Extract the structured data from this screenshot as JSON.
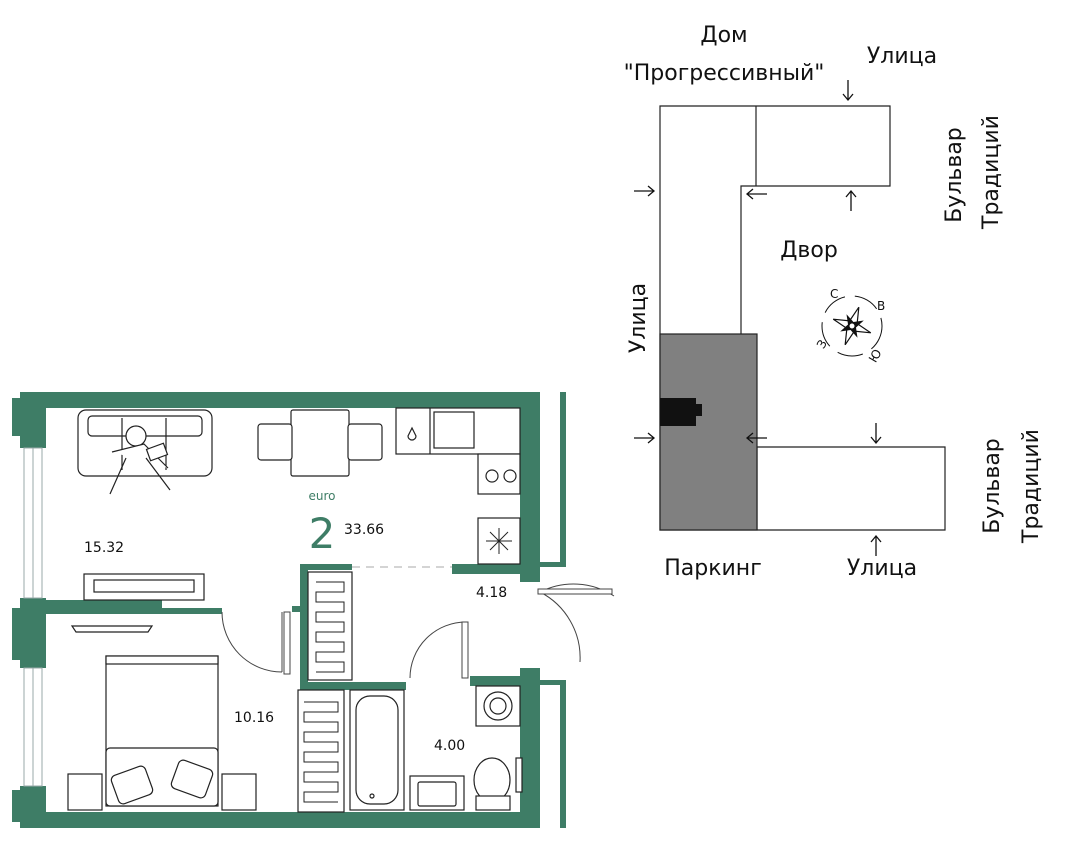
{
  "site_plan": {
    "building_name_line1": "Дом",
    "building_name_line2": "\"Прогрессивный\"",
    "street_top": "Улица",
    "street_left": "Улица",
    "street_bottom": "Улица",
    "boulevard_top_line1": "Бульвар",
    "boulevard_top_line2": "Традиций",
    "boulevard_bottom_line1": "Бульвар",
    "boulevard_bottom_line2": "Традиций",
    "courtyard": "Двор",
    "parking": "Паркинг",
    "compass": {
      "north": "С",
      "east": "В",
      "south": "Ю",
      "west": "З"
    }
  },
  "apartment": {
    "format_label": "euro",
    "rooms_count": "2",
    "total_area": "33.66",
    "rooms": [
      {
        "name": "living-kitchen",
        "area": "15.32"
      },
      {
        "name": "hallway",
        "area": "4.18"
      },
      {
        "name": "bedroom",
        "area": "10.16"
      },
      {
        "name": "bathroom",
        "area": "4.00"
      }
    ]
  },
  "colors": {
    "wall": "#3e7d66",
    "parking_fill": "#808080",
    "outline": "#222222"
  }
}
